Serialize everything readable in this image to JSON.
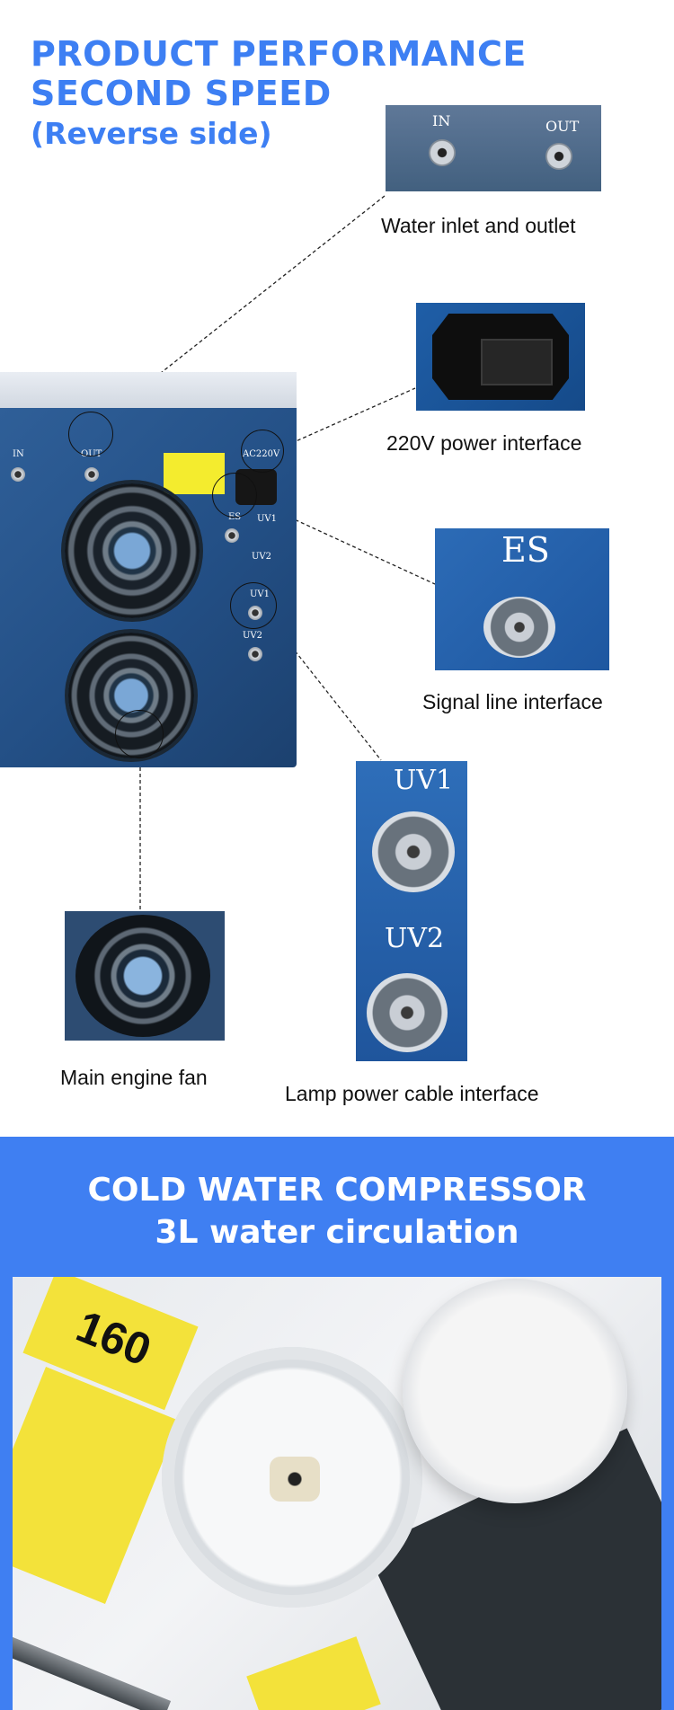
{
  "header": {
    "line1": "PRODUCT PERFORMANCE",
    "line2": "SECOND SPEED",
    "line3": "(Reverse side)"
  },
  "machine_labels": {
    "in": "IN",
    "out": "OUT",
    "ac": "AC220V",
    "es": "ES",
    "uv1": "UV1",
    "uv2": "UV2"
  },
  "callouts": {
    "water": {
      "caption": "Water inlet and outlet",
      "in": "IN",
      "out": "OUT"
    },
    "power": {
      "caption": "220V power interface"
    },
    "signal": {
      "caption": "Signal line interface",
      "label": "ES"
    },
    "lamp": {
      "caption": "Lamp power cable interface",
      "uv1": "UV1",
      "uv2": "UV2"
    },
    "fan": {
      "caption": "Main engine fan"
    }
  },
  "section2": {
    "title_line1": "COLD WATER COMPRESSOR",
    "title_line2": "3L water circulation",
    "tag_number": "160"
  },
  "colors": {
    "accent_blue": "#3d7ff3",
    "band_blue": "#3f7ff2",
    "panel_blue": "#234f85"
  }
}
